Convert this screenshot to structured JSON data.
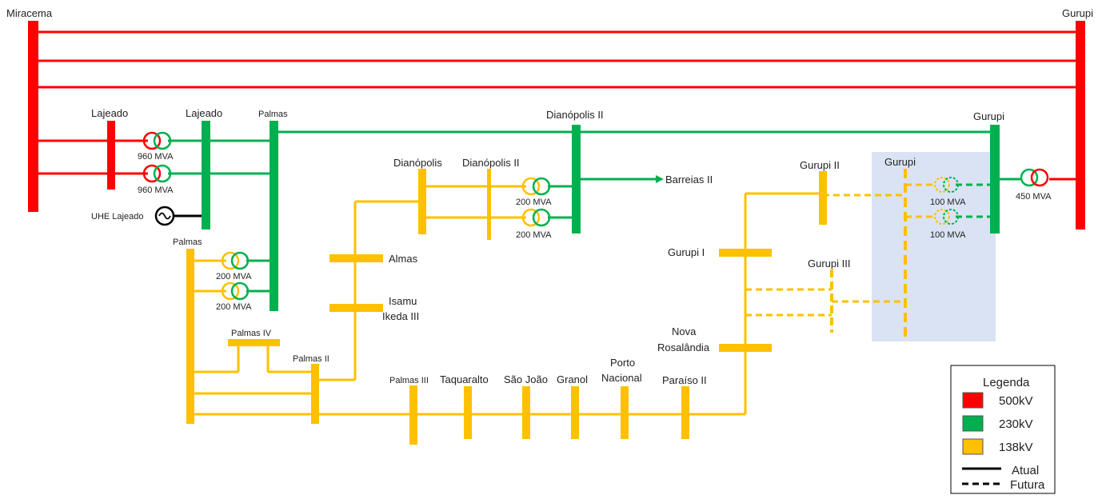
{
  "colors": {
    "kv500": "#ff0000",
    "kv230": "#00b050",
    "kv138": "#ffc000",
    "highlight": "#dae3f3",
    "black": "#000000"
  },
  "buses": {
    "miracema": "Miracema",
    "gurupi_500": "Gurupi",
    "lajeado_500": "Lajeado",
    "lajeado_230": "Lajeado",
    "palmas_230": "Palmas",
    "dianopolis2_230": "Dianópolis II",
    "gurupi_230": "Gurupi",
    "palmas_138": "Palmas",
    "palmas4": "Palmas IV",
    "palmas2": "Palmas II",
    "palmas3": "Palmas III",
    "taquaralto": "Taquaralto",
    "sao_joao": "São João",
    "granol": "Granol",
    "porto_nacional_1": "Porto",
    "porto_nacional_2": "Nacional",
    "paraiso2": "Paraíso II",
    "almas": "Almas",
    "isamu_1": "Isamu",
    "isamu_2": "Ikeda III",
    "dianopolis_138": "Dianópolis",
    "dianopolis2_138": "Dianópolis II",
    "barreias2": "Barreias II",
    "gurupi2": "Gurupi II",
    "gurupi_138": "Gurupi",
    "gurupi1": "Gurupi I",
    "gurupi3": "Gurupi III",
    "nova_rosalandia_1": "Nova",
    "nova_rosalandia_2": "Rosalândia",
    "uhe_lajeado": "UHE Lajeado"
  },
  "transformers": {
    "lajeado_t1": "960 MVA",
    "lajeado_t2": "960 MVA",
    "palmas_t1": "200 MVA",
    "palmas_t2": "200 MVA",
    "dianopolis_t1": "200 MVA",
    "dianopolis_t2": "200 MVA",
    "gurupi_t1": "100 MVA",
    "gurupi_t2": "100 MVA",
    "gurupi_500_t": "450 MVA"
  },
  "legend": {
    "title": "Legenda",
    "kv500": "500kV",
    "kv230": "230kV",
    "kv138": "138kV",
    "atual": "Atual",
    "futura": "Futura"
  }
}
